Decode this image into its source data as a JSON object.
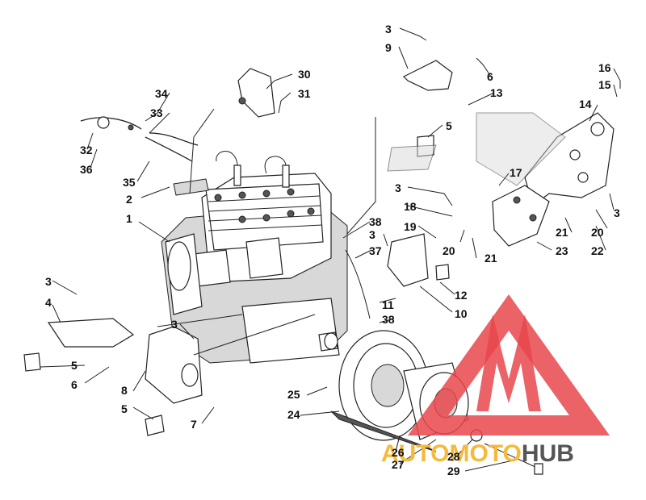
{
  "labels": [
    {
      "t": "3"
    },
    {
      "t": "9"
    },
    {
      "t": "6"
    },
    {
      "t": "13"
    },
    {
      "t": "5"
    },
    {
      "t": "16"
    },
    {
      "t": "15"
    },
    {
      "t": "14"
    },
    {
      "t": "30"
    },
    {
      "t": "31"
    },
    {
      "t": "34"
    },
    {
      "t": "33"
    },
    {
      "t": "32"
    },
    {
      "t": "36"
    },
    {
      "t": "35"
    },
    {
      "t": "2"
    },
    {
      "t": "1"
    },
    {
      "t": "17"
    },
    {
      "t": "3"
    },
    {
      "t": "18"
    },
    {
      "t": "38"
    },
    {
      "t": "3"
    },
    {
      "t": "19"
    },
    {
      "t": "37"
    },
    {
      "t": "20"
    },
    {
      "t": "21"
    },
    {
      "t": "21"
    },
    {
      "t": "20"
    },
    {
      "t": "23"
    },
    {
      "t": "22"
    },
    {
      "t": "3"
    },
    {
      "t": "12"
    },
    {
      "t": "11"
    },
    {
      "t": "10"
    },
    {
      "t": "38"
    },
    {
      "t": "3"
    },
    {
      "t": "4"
    },
    {
      "t": "5"
    },
    {
      "t": "6"
    },
    {
      "t": "3"
    },
    {
      "t": "8"
    },
    {
      "t": "5"
    },
    {
      "t": "7"
    },
    {
      "t": "25"
    },
    {
      "t": "24"
    },
    {
      "t": "26"
    },
    {
      "t": "27"
    },
    {
      "t": "28"
    },
    {
      "t": "29"
    }
  ],
  "watermark": {
    "part1": "AUTOMOTO",
    "part2": "HUB",
    "color1": "#f6b93b",
    "color2": "#555555",
    "triangle_color": "#e8474c"
  }
}
